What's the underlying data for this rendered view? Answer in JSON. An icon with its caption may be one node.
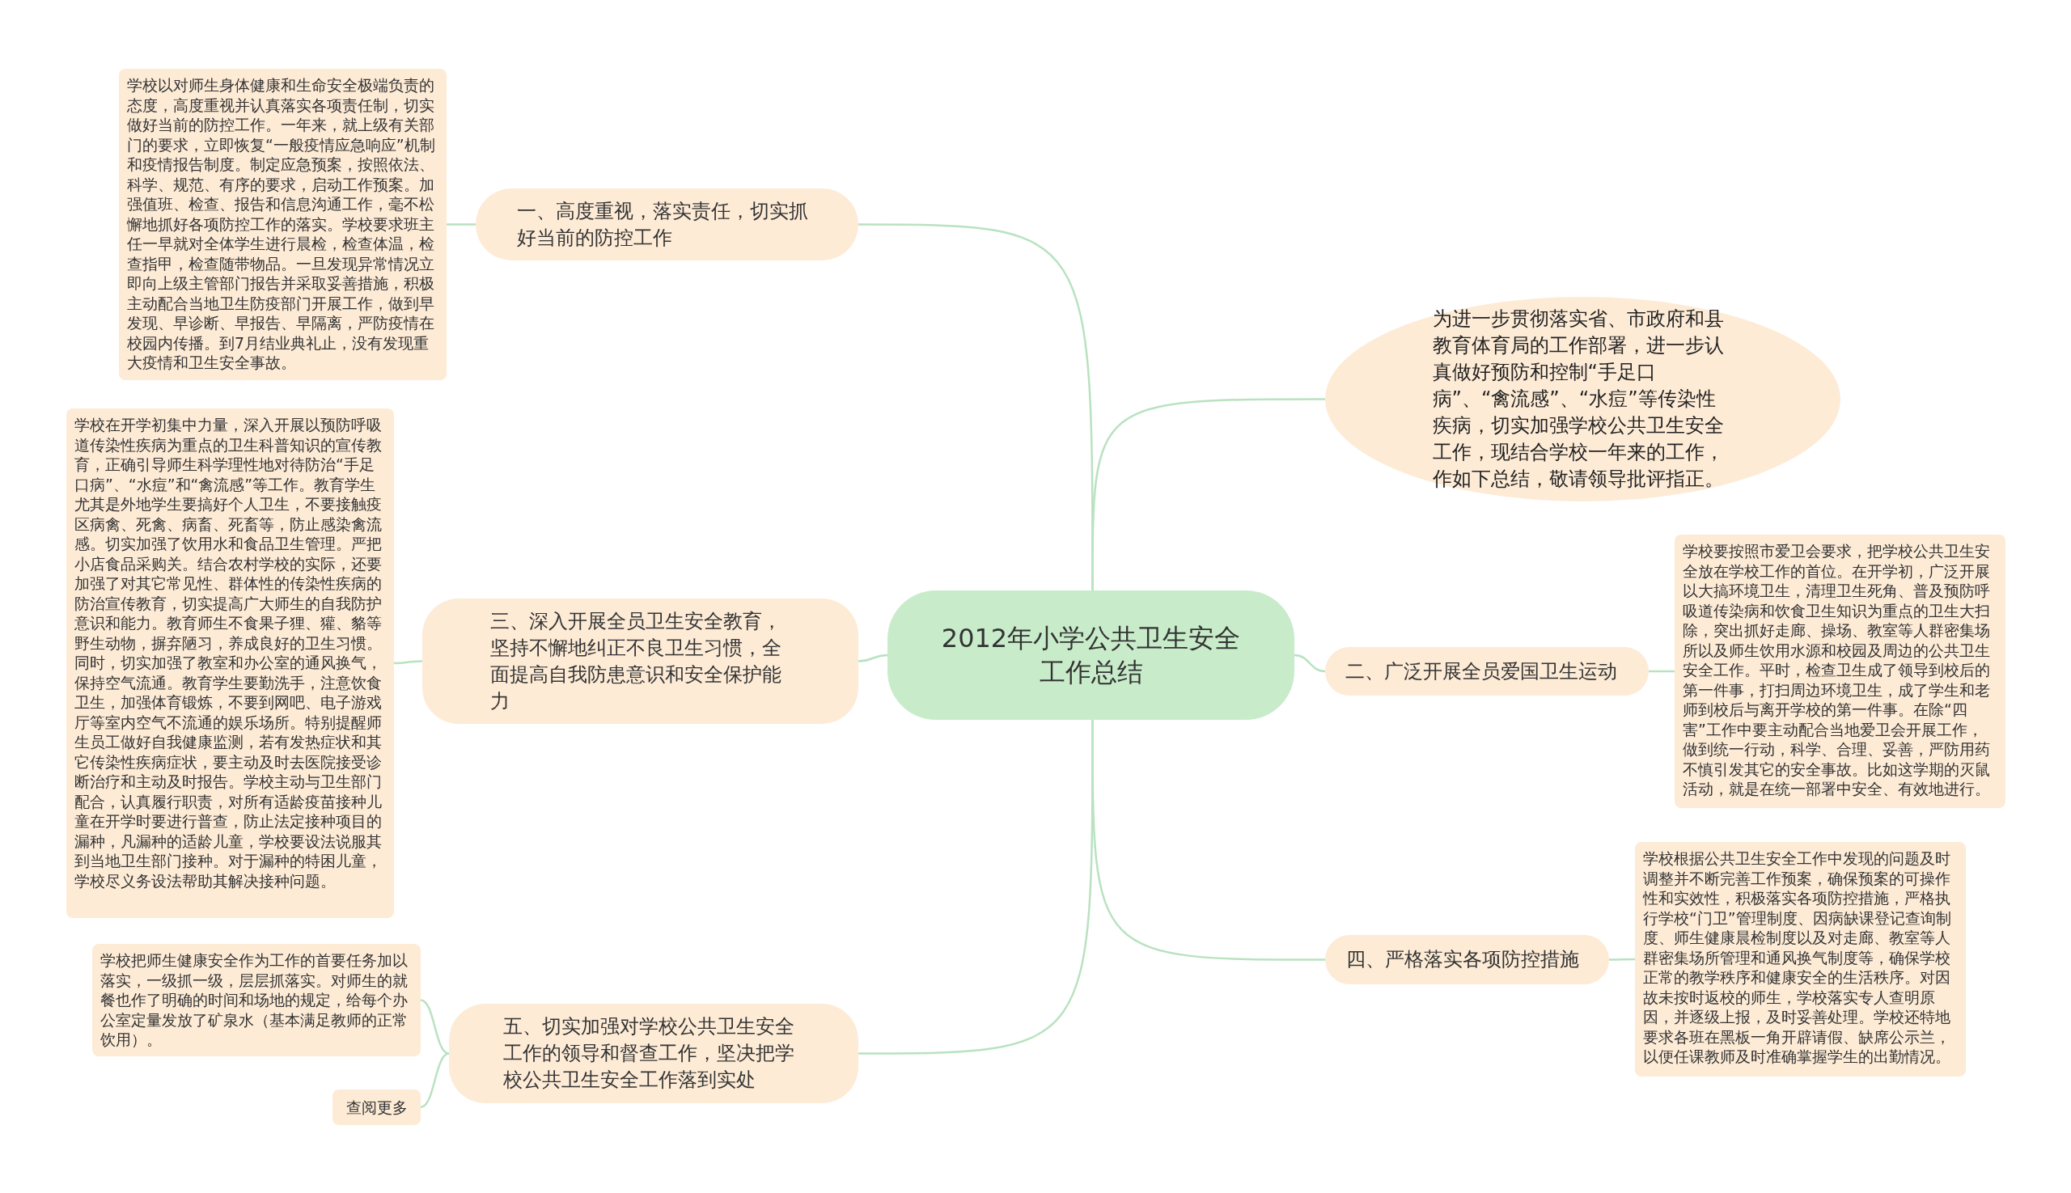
{
  "diagram": {
    "nodes": [
      {
        "text": [
          "2012年小学公共卫生安全工作总结"
        ]
      },
      {
        "text": [
          "为进一步贯彻落实省、市政府和县教育体育局的工作部署，进一步认真做好预防和控制“手足口病”、“禽流感”、“水痘”等传染性疾病，切实加强学校公共卫生安全工作，现结合学校一年来的工作，作如下总结，敬请领导批评指正。"
        ]
      },
      {
        "text": [
          "一、高度重视，落实责任，切实抓好当前的防控工作"
        ]
      },
      {
        "text": [
          "学校以对师生身体健康和生命安全极端负责的态度，高度重视并认真落实各项责任制，切实做好当前的防控工作。一年来，就上级有关部门的要求，立即恢复“一般疫情应急响应”机制和疫情报告制度。制定应急预案，按照依法、科学、规范、有序的要求，启动工作预案。加强值班、检查、报告和信息沟通工作，毫不松懈地抓好各项防控工作的落实。学校要求班主任一早就对全体学生进行晨检，检查体温，检查指甲，检查随带物品。一旦发现异常情况立即向上级主管部门报告并采取妥善措施，积极主动配合当地卫生防疫部门开展工作，做到早发现、早诊断、早报告、早隔离，严防疫情在校园内传播。到7月结业典礼止，没有发现重大疫情和卫生安全事故。"
        ]
      },
      {
        "text": [
          "三、深入开展全员卫生安全教育，坚持不懈地纠正不良卫生习惯，全面提高自我防患意识和安全保护能力"
        ]
      },
      {
        "text": [
          "学校在开学初集中力量，深入开展以预防呼吸道传染性疾病为重点的卫生科普知识的宣传教育，正确引导师生科学理性地对待防治“手足口病”、“水痘”和“禽流感”等工作。教育学生尤其是外地学生要搞好个人卫生，不要接触疫区病禽、死禽、病畜、死畜等，防止感染禽流感。切实加强了饮用水和食品卫生管理。严把小店食品采购关。结合农村学校的实际，还要加强了对其它常见性、群体性的传染性疾病的防治宣传教育，切实提高广大师生的自我防护意识和能力。教育师生不食果子狸、獾、貉等野生动物，摒弃陋习，养成良好的卫生习惯。同时，切实加强了教室和办公室的通风换气，保持空气流通。教育学生要勤洗手，注意饮食卫生，加强体育锻炼，不要到网吧、电子游戏厅等室内空气不流通的娱乐场所。特别提醒师生员工做好自我健康监测，若有发热症状和其它传染性疾病症状，要主动及时去医院接受诊断治疗和主动及时报告。学校主动与卫生部门配合，认真履行职责，对所有适龄疫苗接种儿童在开学时要进行普查，防止法定接种项目的漏种，凡漏种的适龄儿童，学校要设法说服其到当地卫生部门接种。对于漏种的特困儿童，学校尽义务设法帮助其解决接种问题。"
        ]
      },
      {
        "text": [
          "五、切实加强对学校公共卫生安全工作的领导和督查工作，坚决把学校公共卫生安全工作落到实处"
        ]
      },
      {
        "text": [
          "学校把师生健康安全作为工作的首要任务加以落实，一级抓一级，层层抓落实。对师生的就餐也作了明确的时间和场地的规定，给每个办公室定量发放了矿泉水（基本满足教师的正常饮用）。"
        ]
      },
      {
        "text": [
          "查阅更多"
        ]
      },
      {
        "text": [
          "二、广泛开展全员爱国卫生运动"
        ]
      },
      {
        "text": [
          "学校要按照市爱卫会要求，把学校公共卫生安全放在学校工作的首位。在开学初，广泛开展以大搞环境卫生，清理卫生死角、普及预防呼吸道传染病和饮食卫生知识为重点的卫生大扫除，突出抓好走廊、操场、教室等人群密集场所以及师生饮用水源和校园及周边的公共卫生安全工作。平时，检查卫生成了领导到校后的第一件事，打扫周边环境卫生，成了学生和老师到校后与离开学校的第一件事。在除“四害”工作中要主动配合当地爱卫会开展工作，做到统一行动，科学、合理、妥善，严防用药不慎引发其它的安全事故。比如这学期的灭鼠活动，就是在统一部署中安全、有效地进行。"
        ]
      },
      {
        "text": [
          "四、严格落实各项防控措施"
        ]
      },
      {
        "text": [
          "学校根据公共卫生安全工作中发现的问题及时调整并不断完善工作预案，确保预案的可操作性和实效性，积极落实各项防控措施，严格执行学校“门卫”管理制度、因病缺课登记查询制度、师生健康晨检制度以及对走廊、教室等人群密集场所管理和通风换气制度等，确保学校正常的教学秩序和健康安全的生活秩序。对因故未按时返校的师生，学校落实专人查明原因，并逐级上报，及时妥善处理。学校还特地要求各班在黑板一角开辟请假、缺席公示兰，以便任课教师及时准确掌握学生的出勤情况。"
        ]
      }
    ],
    "edges": [
      {
        "from": 0,
        "to": 1,
        "arrow": "none"
      },
      {
        "from": 0,
        "to": 2,
        "arrow": "none"
      },
      {
        "from": 0,
        "to": 4,
        "arrow": "none"
      },
      {
        "from": 0,
        "to": 6,
        "arrow": "none"
      },
      {
        "from": 0,
        "to": 9,
        "arrow": "none"
      },
      {
        "from": 0,
        "to": 11,
        "arrow": "none"
      },
      {
        "from": 2,
        "to": 3,
        "arrow": "none"
      },
      {
        "from": 4,
        "to": 5,
        "arrow": "none"
      },
      {
        "from": 6,
        "to": 7,
        "arrow": "none"
      },
      {
        "from": 6,
        "to": 8,
        "arrow": "none"
      },
      {
        "from": 9,
        "to": 10,
        "arrow": "none"
      },
      {
        "from": 11,
        "to": 12,
        "arrow": "none"
      }
    ]
  }
}
